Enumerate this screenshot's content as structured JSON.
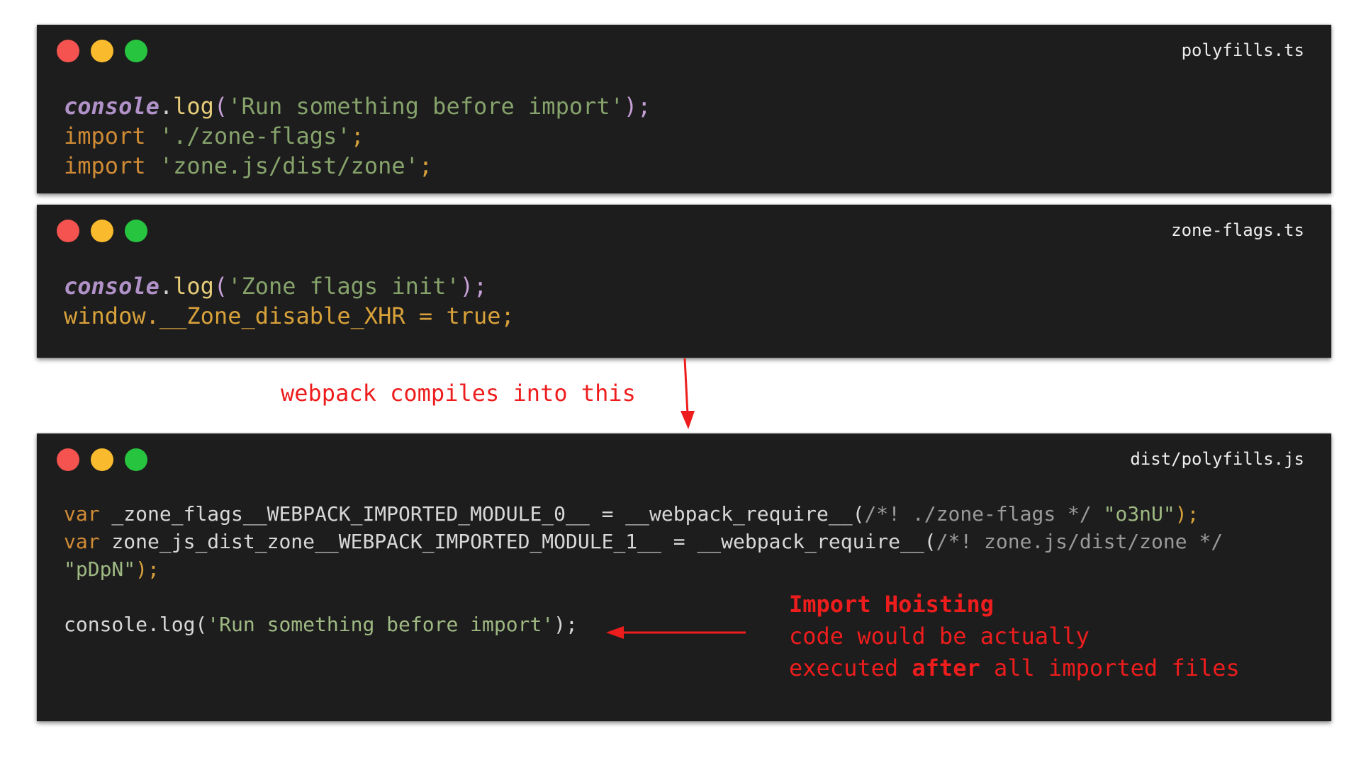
{
  "windows": [
    {
      "filename": "polyfills.ts",
      "code_lines": [
        [
          "console",
          ".",
          "log",
          "(",
          "'Run something before import'",
          ");"
        ],
        [
          "import ",
          "'./zone-flags'",
          ";"
        ],
        [
          "import ",
          "'zone.js/dist/zone'",
          ";"
        ]
      ]
    },
    {
      "filename": "zone-flags.ts",
      "code_lines": [
        [
          "console",
          ".",
          "log",
          "(",
          "'Zone flags init'",
          ");"
        ],
        [
          "window.__Zone_disable_XHR = true;"
        ]
      ]
    },
    {
      "filename": "dist/polyfills.js",
      "code_lines": [
        [
          "var",
          " _zone_flags__WEBPACK_IMPORTED_MODULE_0__ = __webpack_require__(",
          "/*! ./zone-flags */",
          " ",
          "\"o3nU\"",
          ");"
        ],
        [
          "var",
          " zone_js_dist_zone__WEBPACK_IMPORTED_MODULE_1__ = __webpack_require__(",
          "/*! zone.js/dist/zone */"
        ],
        [
          "\"pDpN\"",
          ");"
        ],
        [
          "console.log(",
          "'Run something before import'",
          ");"
        ]
      ]
    }
  ],
  "annotations": {
    "compile_label": "webpack compiles into this",
    "hoisting_title": "Import Hoisting",
    "hoisting_line1": "code would be actually",
    "hoisting_line2_a": "executed ",
    "hoisting_line2_b": "after",
    "hoisting_line2_c": " all imported files"
  },
  "colors": {
    "window_bg": "#1d1d1d",
    "dot_red": "#f4534f",
    "dot_yellow": "#f9bb2d",
    "dot_green": "#27c43f",
    "annotation_red": "#ee1d1d"
  }
}
